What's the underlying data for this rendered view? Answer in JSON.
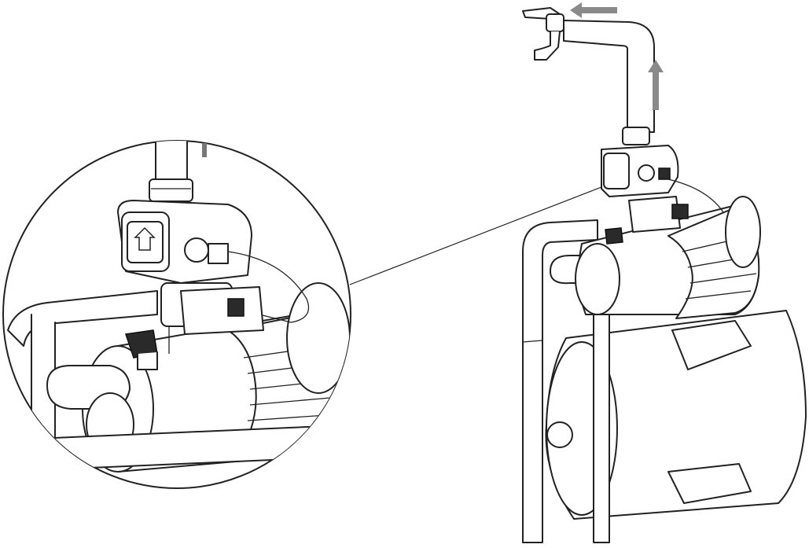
{
  "diagram": {
    "subject": "pump",
    "arrows": [
      {
        "name": "flow-left",
        "direction": "left"
      },
      {
        "name": "flow-up",
        "direction": "up"
      }
    ]
  },
  "colors": {
    "line": "#222222",
    "arrow": "#8a8a8a",
    "background": "#ffffff"
  }
}
